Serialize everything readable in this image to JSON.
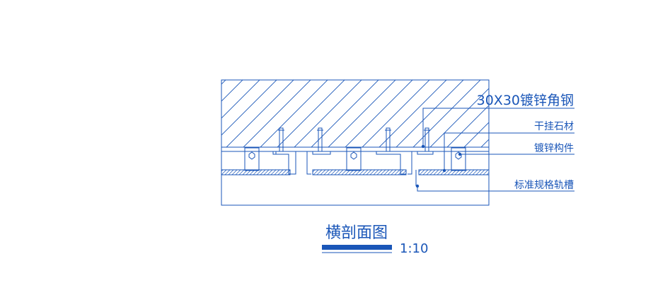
{
  "colors": {
    "line": "#1a56b8",
    "background": "#ffffff"
  },
  "labels": {
    "angle_steel": "30X30镀锌角钢",
    "stone": "干挂石材",
    "connector": "镀锌构件",
    "channel": "标准规格轨槽"
  },
  "title": "横剖面图",
  "scale": "1:10"
}
